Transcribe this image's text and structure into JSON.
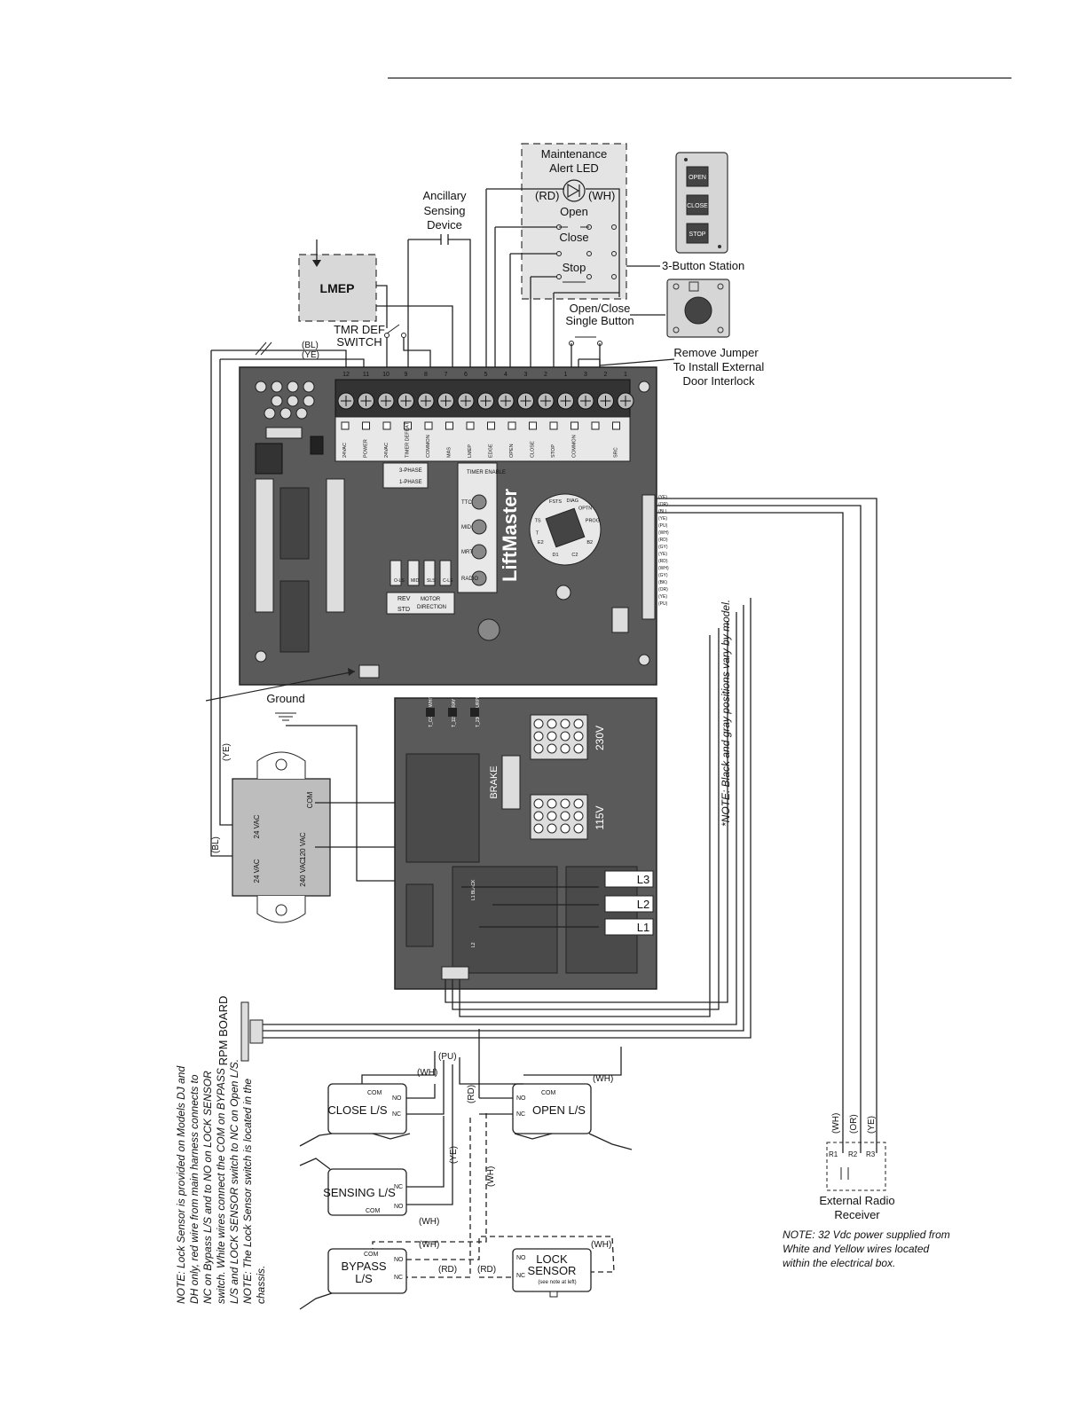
{
  "labels": {
    "maintenance": [
      "Maintenance",
      "Alert LED"
    ],
    "led_rd": "(RD)",
    "led_wh": "(WH)",
    "open": "Open",
    "close": "Close",
    "stop": "Stop",
    "ancillary": [
      "Ancillary",
      "Sensing",
      "Device"
    ],
    "lmep": "LMEP",
    "tmr_def": [
      "TMR DEF",
      "SWITCH"
    ],
    "three_button": "3-Button Station",
    "btn_open": "OPEN",
    "btn_close": "CLOSE",
    "btn_stop": "STOP",
    "single_button": [
      "Open/Close",
      "Single Button"
    ],
    "remove_jumper": [
      "Remove Jumper",
      "To Install External",
      "Door Interlock"
    ],
    "bl": "(BL)",
    "ye": "(YE)",
    "ground": "Ground",
    "terminal_numbers": [
      "12",
      "11",
      "10",
      "9",
      "8",
      "7",
      "6",
      "5",
      "4",
      "3",
      "2",
      "1",
      "3",
      "2",
      "1"
    ],
    "terminal_labels": [
      "24VAC",
      "POWER",
      "24VAC",
      "TIMER DEFEAT",
      "COMMON",
      "MAS",
      "LMEP",
      "EDGE",
      "OPEN",
      "CLOSE",
      "STOP",
      "COMMON",
      "",
      "SRC"
    ],
    "phase": [
      "3-PHASE",
      "1-PHASE"
    ],
    "timer_enable": "TIMER ENABLE",
    "ttc": "TTC",
    "mid": "MID",
    "mrt": "MRT",
    "radio": "RADIO",
    "brand": "LiftMaster",
    "dial": [
      "FSTS",
      "DIAG",
      "OPTN",
      "PROG",
      "TS",
      "T",
      "E2",
      "D1",
      "C2",
      "B2"
    ],
    "limits": [
      "O-LS",
      "MID",
      "SLS",
      "C-LS"
    ],
    "rev": "REV",
    "std": "STD",
    "motor_direction": [
      "MOTOR",
      "DIRECTION"
    ],
    "harness_colors": [
      "(YE)",
      "(OR)",
      "(BL)",
      "(YE)",
      "(PU)",
      "(WH)",
      "(RD)",
      "(GY)",
      "(YE)",
      "(RD)",
      "(WH)",
      "(GY)",
      "(BK)",
      "(OR)",
      "(YE)",
      "(PU)"
    ],
    "side_note": "*NOTE: Black and gray positions vary by model.",
    "transformer": [
      "COM",
      "24 VAC",
      "120 VAC",
      "24 VAC",
      "240 VAC"
    ],
    "relay_board": [
      "T_COMM WHITE",
      "T_115V GRAY",
      "T_230V PURPLE",
      "BRAKE",
      "230V",
      "115V",
      "L1 BLACK",
      "L2",
      "L3",
      "L2",
      "L1"
    ],
    "rpm_board": "RPM BOARD",
    "pu": "(PU)",
    "wh": "(WH)",
    "rd": "(RD)",
    "com": "COM",
    "no": "NO",
    "nc": "NC",
    "close_ls": "CLOSE L/S",
    "open_ls": "OPEN L/S",
    "sensing_ls": "SENSING L/S",
    "bypass_ls": [
      "BYPASS",
      "L/S"
    ],
    "lock_sensor": [
      "LOCK",
      "SENSOR",
      "(see note at left)"
    ],
    "radio_wires": [
      "(WH)",
      "(OR)",
      "(YE)"
    ],
    "radio_terms": [
      "R1",
      "R2",
      "R3"
    ],
    "external_radio": [
      "External Radio",
      "Receiver"
    ],
    "note_32v": [
      "NOTE: 32 Vdc power supplied from",
      "White and Yellow wires located",
      "within the electrical box."
    ],
    "note_lock": [
      "NOTE: Lock Sensor is provided on Models DJ and",
      "DH only, red wire from main harness connects to",
      "NC on Bypass L/S and to NO on LOCK SENSOR",
      "switch. White wires connect the COM on BYPASS",
      "L/S and LOCK SENSOR switch to NC on Open L/S.",
      "NOTE: The Lock Sensor switch is located in the",
      "chassis."
    ]
  }
}
